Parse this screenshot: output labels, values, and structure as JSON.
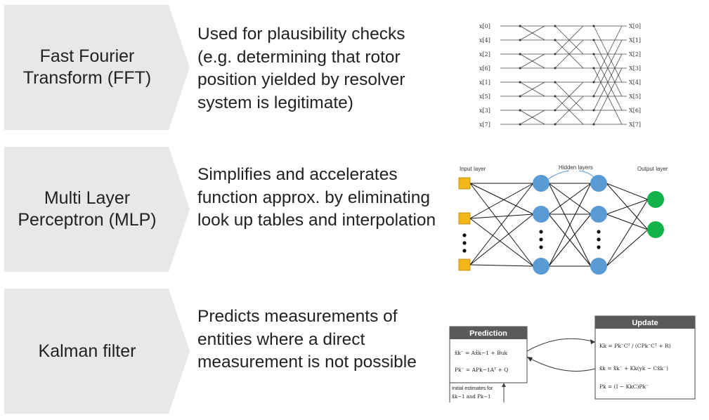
{
  "rows": [
    {
      "label": "Fast Fourier Transform (FFT)",
      "description": "Used for plausibility checks (e.g. determining that rotor position yielded by resolver system is legitimate)"
    },
    {
      "label": "Multi Layer Perceptron (MLP)",
      "description": "Simplifies and accelerates function approx. by eliminating look up tables and interpolation"
    },
    {
      "label": "Kalman filter",
      "description": "Predicts measurements of entities where a direct measurement is not possible"
    }
  ],
  "fft": {
    "inputs": [
      "x[0]",
      "x[4]",
      "x[2]",
      "x[6]",
      "x[1]",
      "x[5]",
      "x[3]",
      "x[7]"
    ],
    "outputs": [
      "X[0]",
      "X[1]",
      "X[2]",
      "X[3]",
      "X[4]",
      "X[5]",
      "X[6]",
      "X[7]"
    ]
  },
  "mlp": {
    "input_label": "Input layer",
    "hidden_label": "Hidden layers",
    "output_label": "Output layer",
    "colors": {
      "input": "#f2b619",
      "hidden": "#5b9bd5",
      "output": "#12b34a"
    }
  },
  "kalman": {
    "prediction_title": "Prediction",
    "update_title": "Update",
    "initial_line1": "Initial estimates for",
    "initial_line2": "x̂k−1 and Pk−1",
    "pred_eq1": "x̂k⁻ = Ax̂k−1 + Buk",
    "pred_eq2": "Pk⁻ = APk−1Aᵀ + Q",
    "upd_eq1": "Kk = Pk⁻Cᵀ / (CPk⁻Cᵀ + R)",
    "upd_eq2": "x̂k = x̂k⁻ + Kk(yk − Cx̂k⁻)",
    "upd_eq3": "Pk = (I − KkC)Pk⁻"
  }
}
